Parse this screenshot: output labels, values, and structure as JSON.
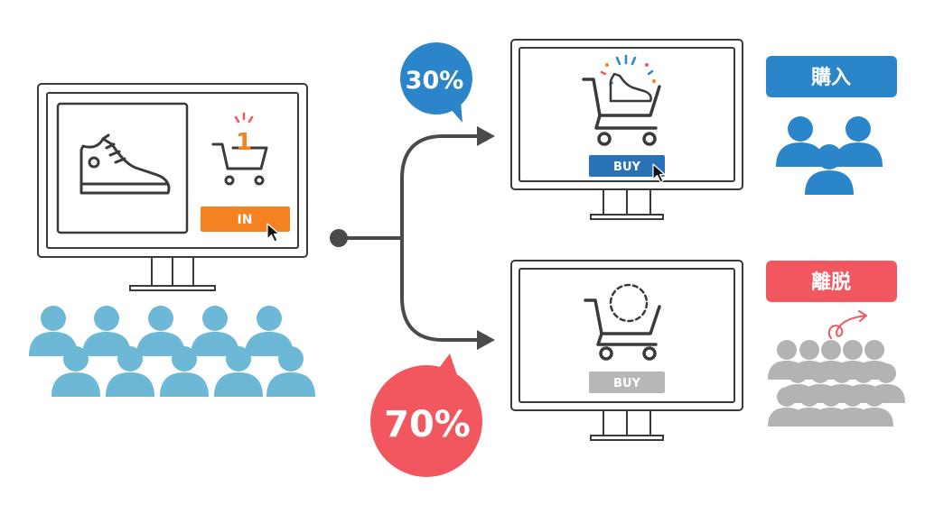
{
  "left_screen": {
    "cart_count": "1",
    "in_button_label": "IN"
  },
  "bubbles": {
    "purchase_percent": "30%",
    "exit_percent": "70%"
  },
  "right_top_screen": {
    "buy_button_label": "BUY"
  },
  "right_bottom_screen": {
    "buy_button_label": "BUY"
  },
  "labels": {
    "purchase": "購入",
    "exit": "離脱"
  },
  "colors": {
    "outline": "#3a3a3a",
    "users_blue": "#6db8d6",
    "purchase_blue": "#2a86c8",
    "buy_blue": "#2a72b8",
    "exit_red": "#f2575f",
    "orange": "#f58220",
    "inactive_gray": "#b7b7b7",
    "people_gray": "#b3b3b3"
  }
}
